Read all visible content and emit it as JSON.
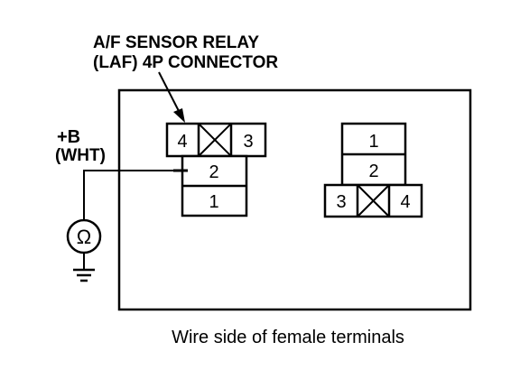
{
  "title": {
    "line1": "A/F SENSOR RELAY",
    "line2": "(LAF) 4P CONNECTOR"
  },
  "power": {
    "label": "+B",
    "wire_color": "(WHT)"
  },
  "meter": {
    "symbol": "Ω"
  },
  "caption": "Wire side of female terminals",
  "connector_left": {
    "pin_4": "4",
    "pin_3": "3",
    "pin_2": "2",
    "pin_1": "1"
  },
  "connector_right": {
    "pin_1": "1",
    "pin_2": "2",
    "pin_3": "3",
    "pin_4": "4"
  },
  "colors": {
    "ink": "#000000",
    "paper": "#ffffff"
  }
}
